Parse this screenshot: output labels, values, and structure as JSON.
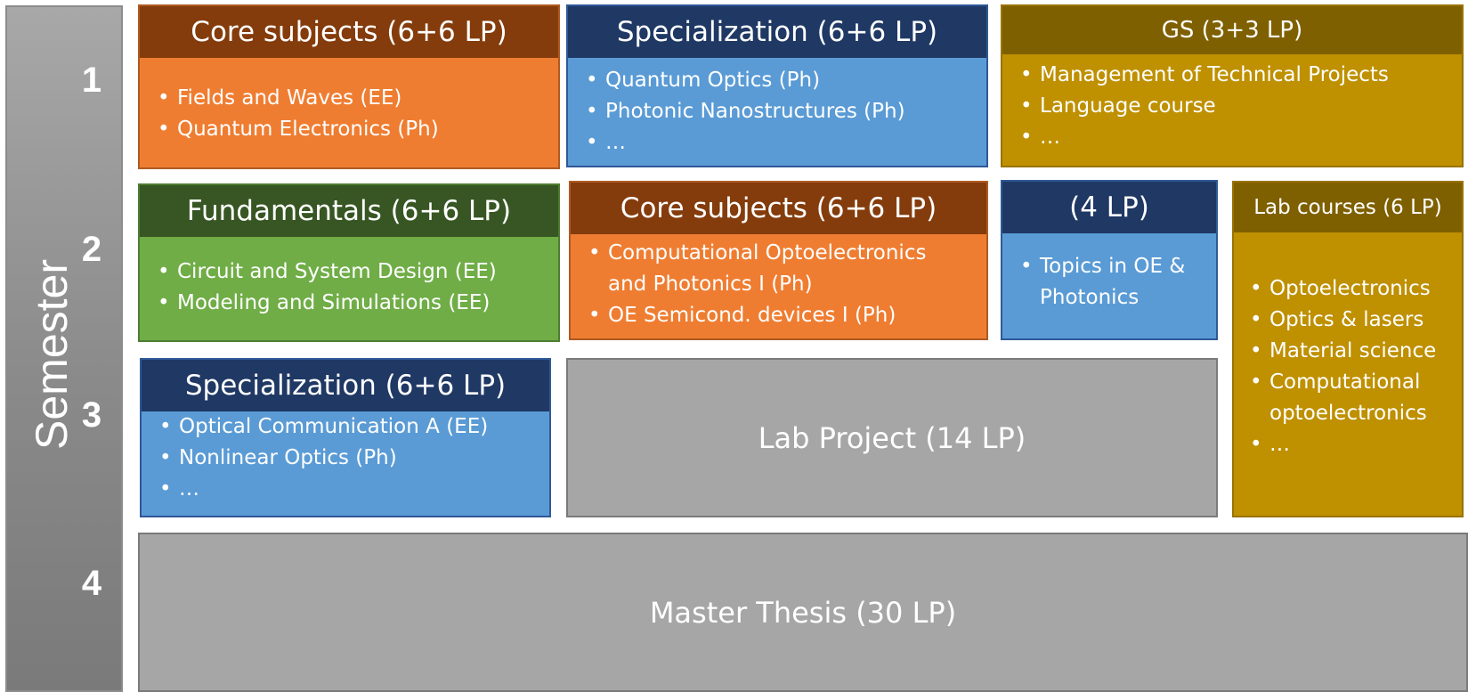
{
  "sidebar": {
    "label": "Semester",
    "numbers": [
      "1",
      "2",
      "3",
      "4"
    ]
  },
  "semester1": {
    "core": {
      "title": "Core subjects   (6+6 LP)",
      "items": [
        "Fields and Waves (EE)",
        "Quantum Electronics (Ph)"
      ]
    },
    "specialization": {
      "title": "Specialization   (6+6 LP)",
      "items": [
        "Quantum Optics  (Ph)",
        "Photonic Nanostructures (Ph)",
        "…"
      ]
    },
    "gs": {
      "title": "GS  (3+3 LP)",
      "items": [
        "Management of Technical Projects",
        "Language course",
        "…"
      ]
    }
  },
  "semester2": {
    "fundamentals": {
      "title": "Fundamentals  (6+6 LP)",
      "items": [
        "Circuit and System Design (EE)",
        "Modeling and Simulations (EE)"
      ]
    },
    "core": {
      "title": "Core subjects   (6+6 LP)",
      "items": [
        "Computational Optoelectronics",
        "and Photonics I (Ph)",
        "OE Semicond. devices I (Ph)"
      ]
    },
    "topics": {
      "title": "(4 LP)",
      "items": [
        "Topics in OE &",
        "Photonics"
      ]
    },
    "lab_courses": {
      "title": "Lab courses (6 LP)",
      "items": [
        "Optoelectronics",
        "Optics & lasers",
        "Material science",
        "Computational",
        "optoelectronics",
        "…"
      ]
    }
  },
  "semester3": {
    "specialization": {
      "title": "Specialization   (6+6 LP)",
      "items": [
        "Optical Communication A (EE)",
        "Nonlinear Optics (Ph)",
        "…"
      ]
    },
    "lab_project": {
      "title": "Lab Project   (14 LP)"
    }
  },
  "semester4": {
    "thesis": {
      "title": "Master Thesis  (30 LP)"
    }
  },
  "colors": {
    "orange": "#ef7d31",
    "orange_header": "#843c0c",
    "blue": "#5a9bd5",
    "blue_header": "#1f3864",
    "green": "#70ad47",
    "green_header": "#375623",
    "gold": "#bf9000",
    "gold_header": "#7f6000",
    "gray": "#a6a6a6"
  }
}
